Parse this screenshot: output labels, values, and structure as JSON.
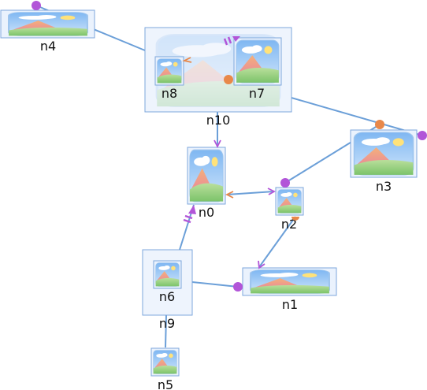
{
  "nodes": {
    "n0": {
      "label": "n0"
    },
    "n1": {
      "label": "n1"
    },
    "n2": {
      "label": "n2"
    },
    "n3": {
      "label": "n3"
    },
    "n4": {
      "label": "n4"
    },
    "n5": {
      "label": "n5"
    },
    "n6": {
      "label": "n6"
    },
    "n7": {
      "label": "n7"
    },
    "n8": {
      "label": "n8"
    },
    "n9": {
      "label": "n9"
    },
    "n10": {
      "label": "n10"
    }
  },
  "edges": [
    {
      "from": "n4",
      "to": "n10"
    },
    {
      "from": "n8",
      "to": "n7"
    },
    {
      "from": "n7",
      "to": "n3"
    },
    {
      "from": "n10",
      "to": "n0"
    },
    {
      "from": "n2",
      "to": "n0"
    },
    {
      "from": "n3",
      "to": "n2"
    },
    {
      "from": "n2",
      "to": "n1"
    },
    {
      "from": "n6",
      "to": "n0"
    },
    {
      "from": "n9",
      "to": "n1"
    },
    {
      "from": "n9",
      "to": "n5"
    }
  ],
  "colors": {
    "edge": "#6b9fd8",
    "purple_marker": "#b255d8",
    "orange_marker": "#e8884a",
    "node_border": "#7ea7dc",
    "node_fill": "#eaf2fd"
  }
}
